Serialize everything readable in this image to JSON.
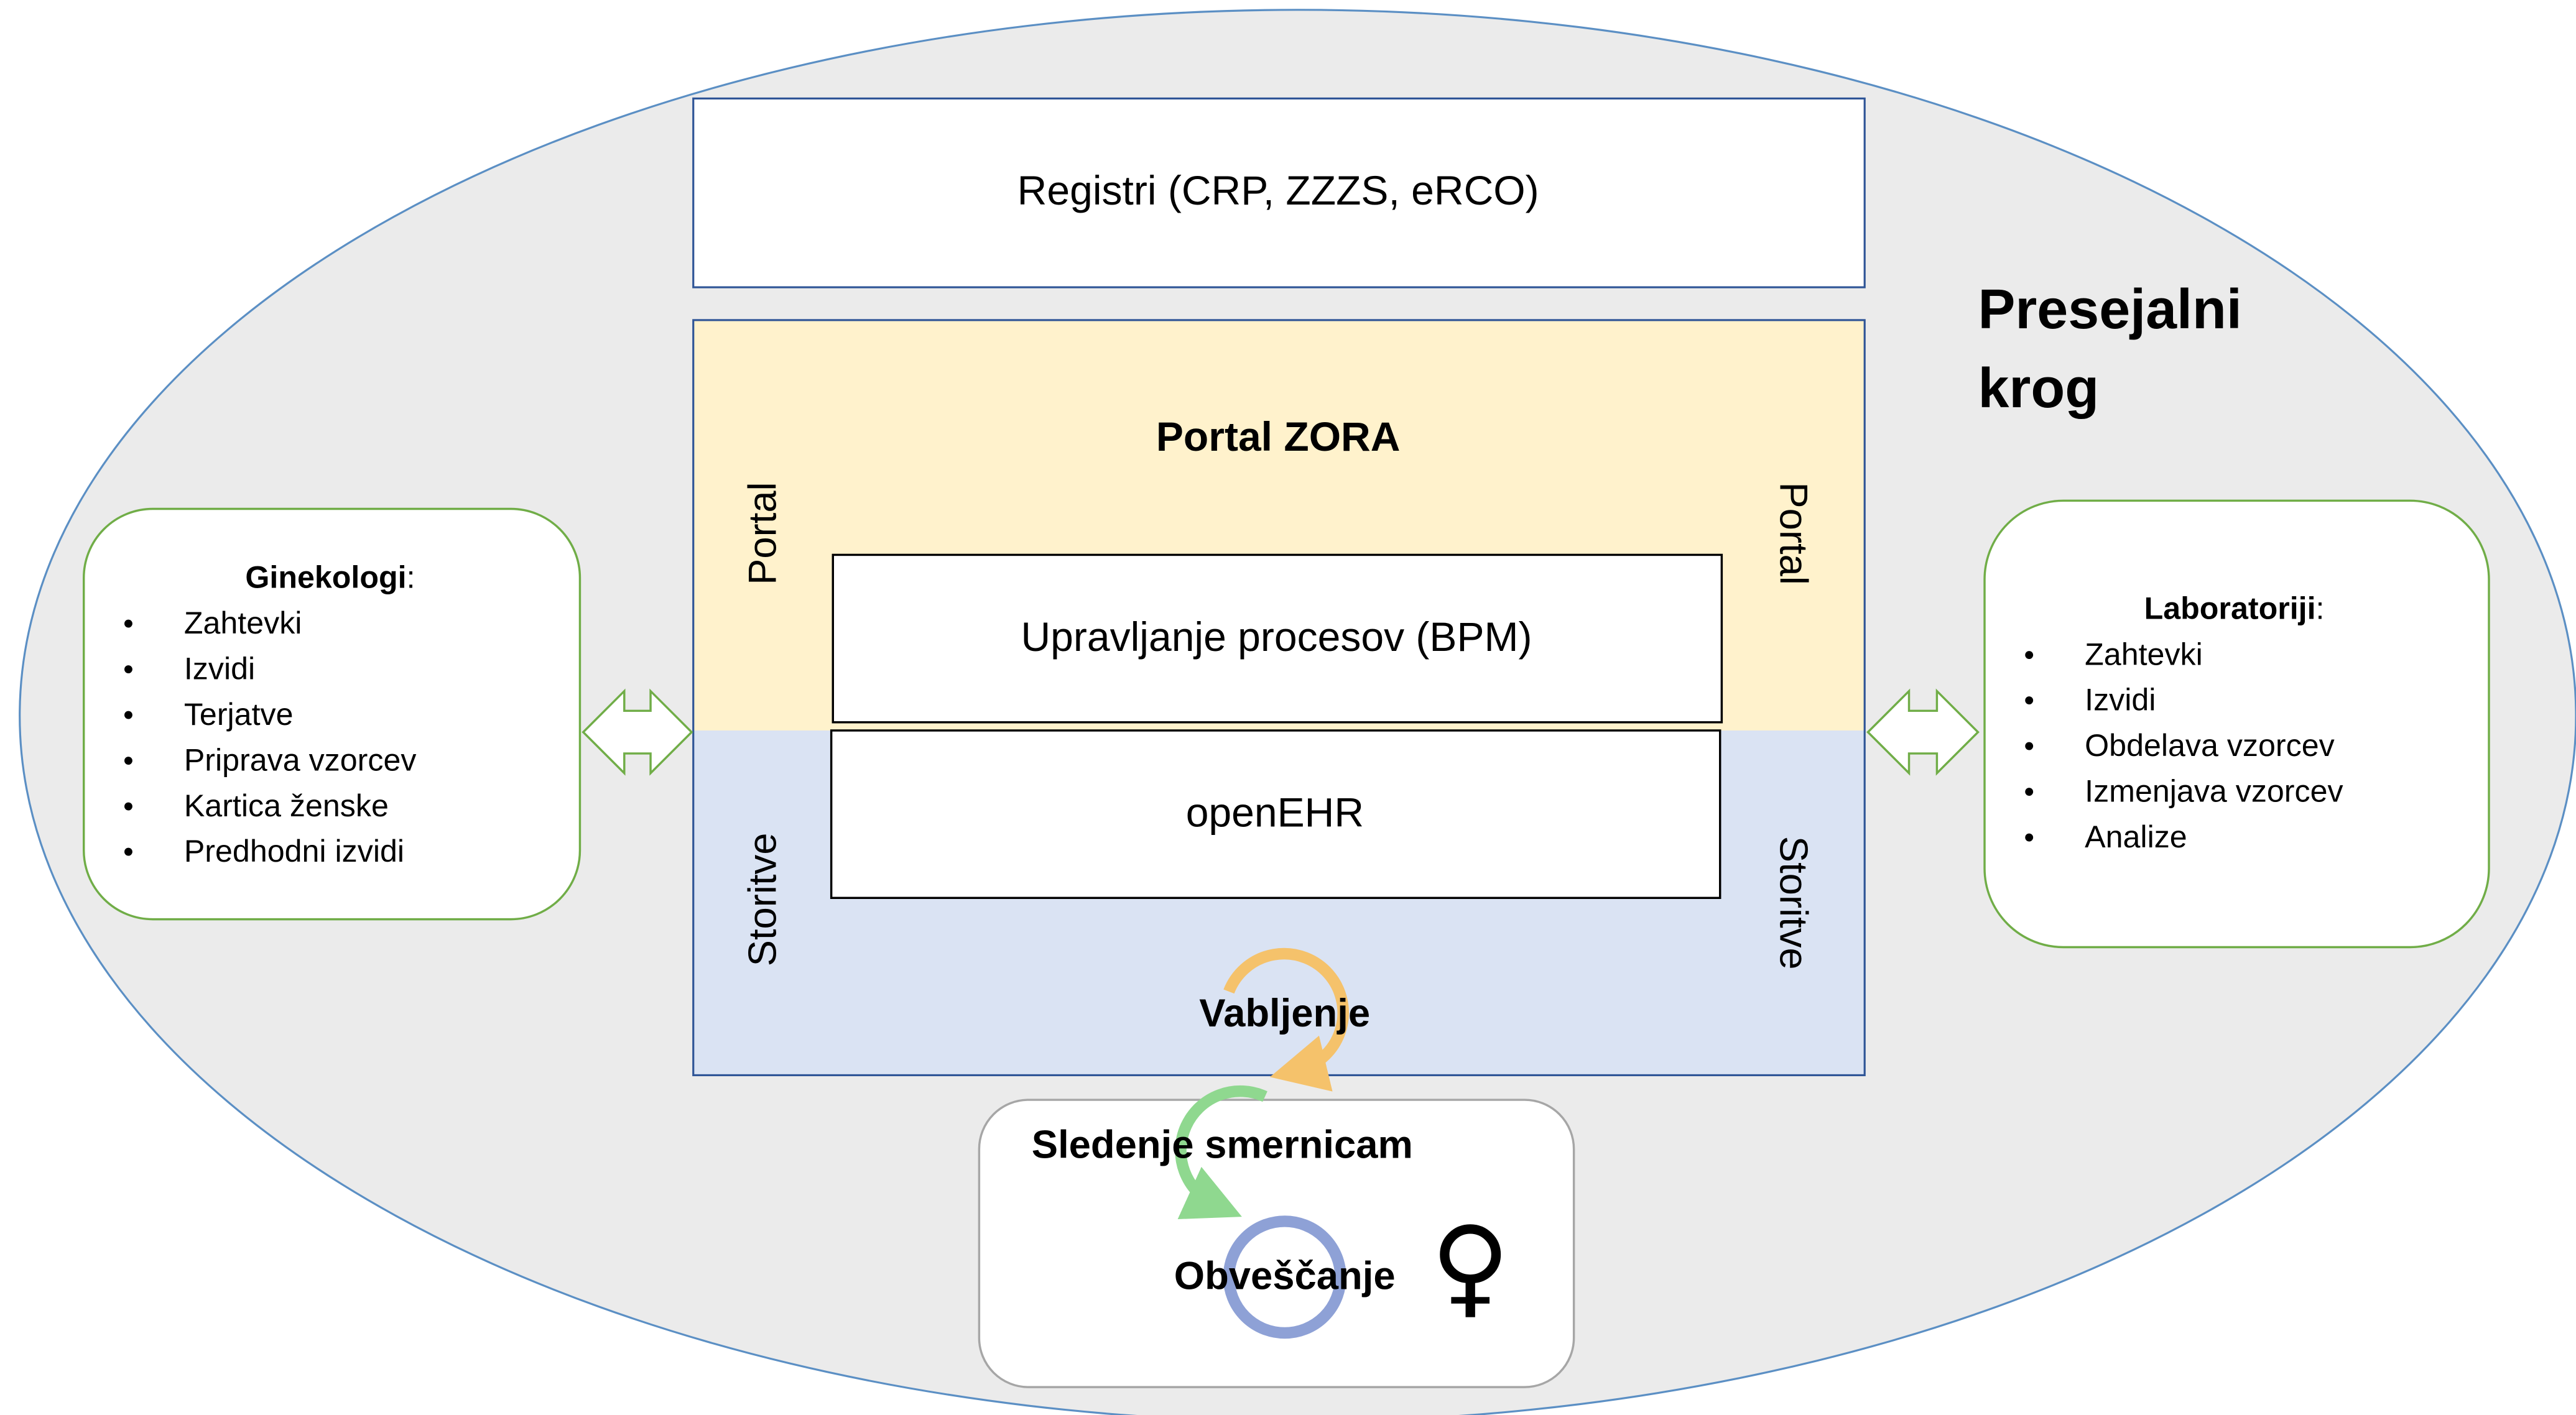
{
  "diagram": {
    "outer_ring_label_line1": "Presejalni",
    "outer_ring_label_line2": "krog",
    "registri_label": "Registri (CRP, ZZZS, eRCO)",
    "portal_zora_title": "Portal ZORA",
    "portal_side_label": "Portal",
    "storitve_side_label": "Storitve",
    "bpm_label": "Upravljanje procesov (BPM)",
    "openehr_label": "openEHR",
    "vabljenje_label": "Vabljenje",
    "sledenje_label": "Sledenje smernicam",
    "obvescanje_label": "Obveščanje",
    "female_symbol": "♀",
    "ginekologi": {
      "title": "Ginekologi",
      "title_suffix": ":",
      "items": [
        "Zahtevki",
        "Izvidi",
        "Terjatve",
        "Priprava vzorcev",
        "Kartica ženske",
        "Predhodni izvidi"
      ]
    },
    "laboratoriji": {
      "title": "Laboratoriji",
      "title_suffix": ":",
      "items": [
        "Zahtevki",
        "Izvidi",
        "Obdelava vzorcev",
        "Izmenjava vzorcev",
        "Analize"
      ]
    },
    "colors": {
      "ellipse_fill": "#ebebeb",
      "ellipse_stroke": "#5b8fc4",
      "portal_fill": "#fff2cc",
      "services_fill": "#dae3f3",
      "box_stroke": "#2f5597",
      "side_box_stroke": "#70ad47",
      "cycle_orange": "#f5c26b",
      "cycle_green": "#8fd88f",
      "cycle_blue": "#8ea1d6"
    }
  }
}
